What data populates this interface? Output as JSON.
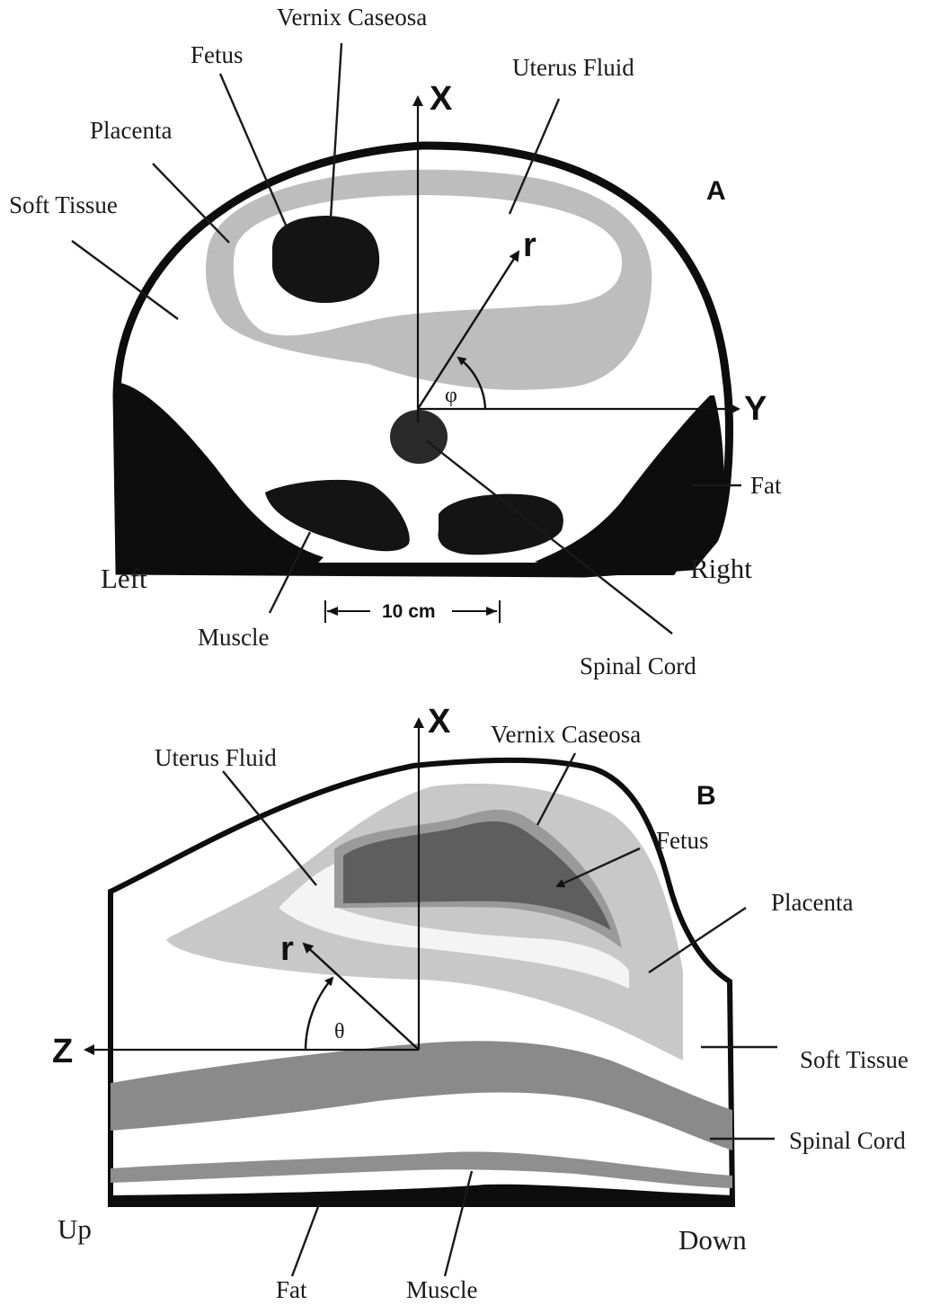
{
  "panel_a": {
    "panel_letter": "A",
    "axis_x": "X",
    "axis_y": "Y",
    "radius_symbol": "r",
    "angle_symbol": "φ",
    "labels": {
      "vernix_caseosa": "Vernix Caseosa",
      "fetus": "Fetus",
      "uterus_fluid": "Uterus Fluid",
      "placenta": "Placenta",
      "soft_tissue": "Soft Tissue",
      "fat": "Fat",
      "left": "Left",
      "right": "Right",
      "muscle": "Muscle",
      "spinal_cord": "Spinal Cord"
    },
    "scale_bar": "10 cm"
  },
  "panel_b": {
    "panel_letter": "B",
    "axis_x": "X",
    "axis_z": "Z",
    "radius_symbol": "r",
    "angle_symbol": "θ",
    "labels": {
      "vernix_caseosa": "Vernix Caseosa",
      "uterus_fluid": "Uterus Fluid",
      "fetus": "Fetus",
      "placenta": "Placenta",
      "soft_tissue": "Soft Tissue",
      "spinal_cord": "Spinal Cord",
      "up": "Up",
      "down": "Down",
      "fat": "Fat",
      "muscle": "Muscle"
    }
  },
  "colors": {
    "fat": "#0d0d0d",
    "placenta": "#bdbdbd",
    "fetus": "#1a1a1a",
    "soft_tissue": "#ffffff",
    "spinal_cord_b": "#8a8a8a",
    "fetus_b": "#5e5e5e"
  }
}
